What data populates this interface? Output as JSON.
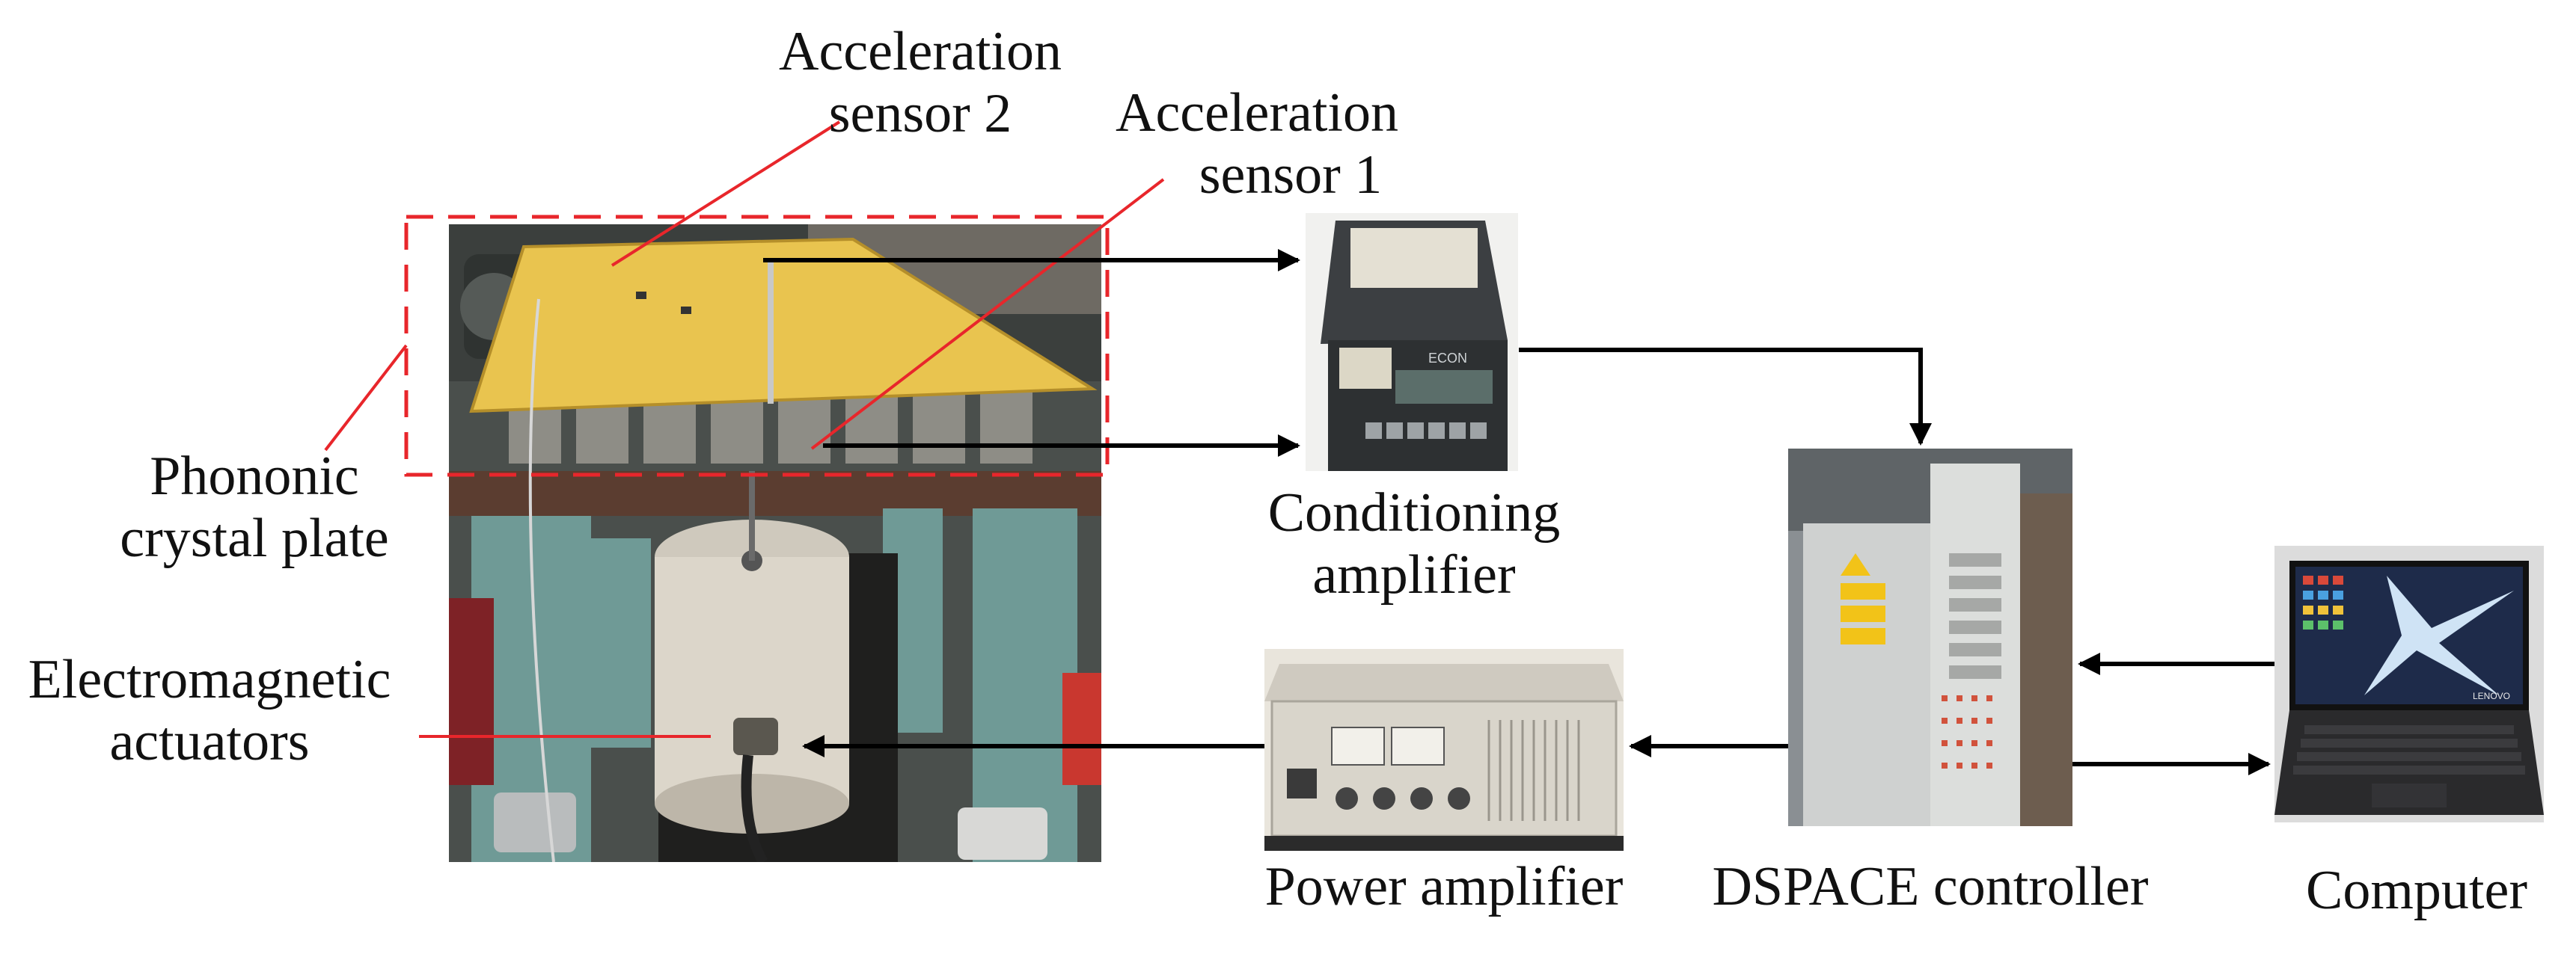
{
  "labels": {
    "accel2_line1": "Acceleration",
    "accel2_line2": "sensor 2",
    "accel1_line1": "Acceleration",
    "accel1_line2": "sensor 1",
    "phononic_line1": "Phononic",
    "phononic_line2": "crystal plate",
    "em_line1": "Electromagnetic",
    "em_line2": "actuators",
    "cond_line1": "Conditioning",
    "cond_line2": "amplifier",
    "power": "Power amplifier",
    "dspace": "DSPACE controller",
    "computer": "Computer"
  },
  "device_text": {
    "econ_brand": "ECON",
    "laptop_brand": "LENOVO"
  },
  "colors": {
    "annotation_red": "#e8262b",
    "arrow_black": "#000000",
    "plate_yellow": "#e9c44f",
    "frame_teal": "#6f9a96"
  }
}
